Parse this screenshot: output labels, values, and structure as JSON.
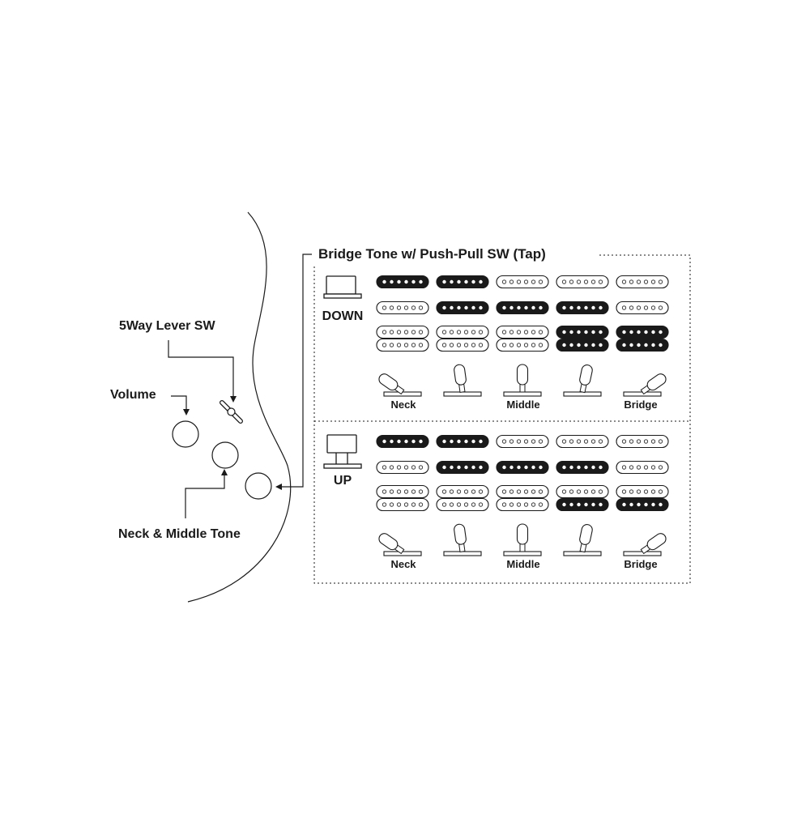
{
  "labels": {
    "title": "Bridge Tone w/ Push-Pull SW (Tap)",
    "lever_switch": "5Way Lever SW",
    "volume": "Volume",
    "neck_middle_tone": "Neck & Middle Tone"
  },
  "sections": [
    {
      "state": "DOWN",
      "positions": [
        "Neck",
        "",
        "Middle",
        "",
        "Bridge"
      ],
      "grid": [
        [
          1,
          1,
          0,
          0,
          0
        ],
        [
          0,
          1,
          1,
          1,
          0
        ],
        [
          0,
          0,
          0,
          1,
          1
        ]
      ],
      "humbucker_bottom": [
        0,
        0,
        0,
        1,
        1
      ]
    },
    {
      "state": "UP",
      "positions": [
        "Neck",
        "",
        "Middle",
        "",
        "Bridge"
      ],
      "grid": [
        [
          1,
          1,
          0,
          0,
          0
        ],
        [
          0,
          1,
          1,
          1,
          0
        ],
        [
          0,
          0,
          0,
          0,
          0
        ]
      ],
      "humbucker_bottom": [
        0,
        0,
        0,
        1,
        1
      ]
    }
  ],
  "colors": {
    "ink": "#1a1a1a",
    "on": "#1a1a1a",
    "off": "#ffffff"
  }
}
